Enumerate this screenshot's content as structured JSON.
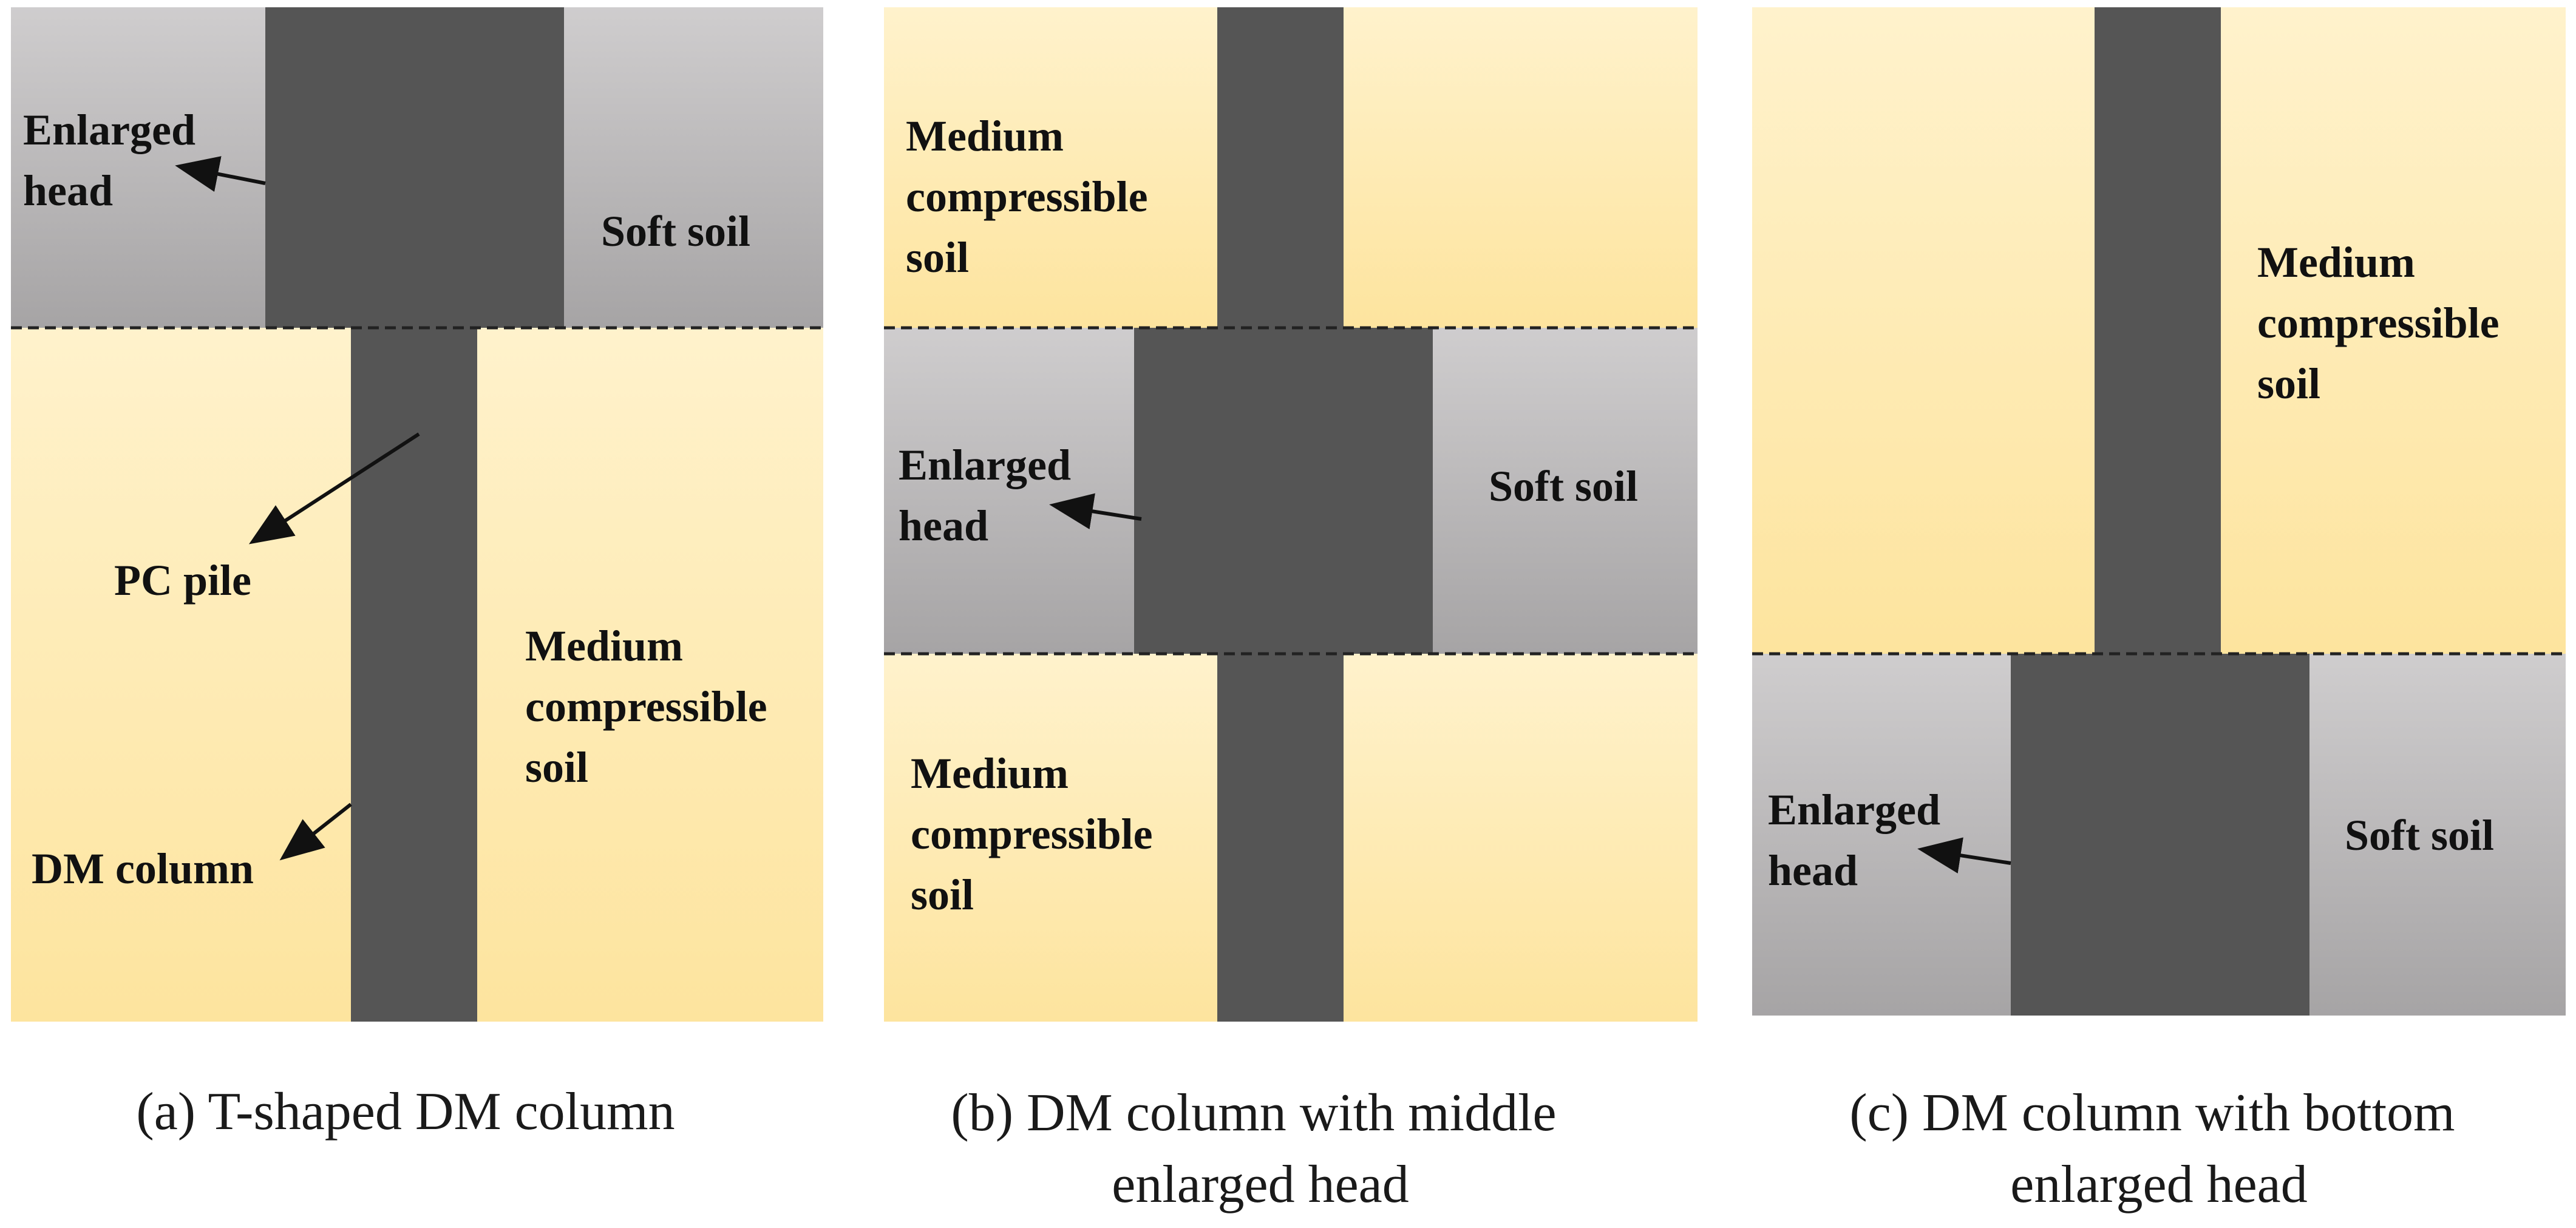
{
  "colors": {
    "soft_soil_top": "#cfcdce",
    "soft_soil_bottom": "#a6a4a5",
    "medium_soil_top": "#fff2cc",
    "medium_soil_bottom": "#fde49e",
    "column": "#555555",
    "boundary": "#222222",
    "text": "#111111"
  },
  "panel_a": {
    "enlarged_head": [
      "Enlarged",
      "head"
    ],
    "soft_soil": "Soft soil",
    "pc_pile": "PC pile",
    "medium_soil": [
      "Medium",
      "compressible",
      "soil"
    ],
    "dm_column": "DM column",
    "caption": [
      "(a)  T-shaped DM column"
    ]
  },
  "panel_b": {
    "medium_soil_top": [
      "Medium",
      "compressible",
      "soil"
    ],
    "enlarged_head": [
      "Enlarged",
      "head"
    ],
    "soft_soil": "Soft soil",
    "medium_soil_bottom": [
      "Medium",
      "compressible",
      "soil"
    ],
    "caption": [
      "(b) DM column with middle",
      "enlarged head"
    ]
  },
  "panel_c": {
    "medium_soil": [
      "Medium",
      "compressible",
      "soil"
    ],
    "enlarged_head": [
      "Enlarged",
      "head"
    ],
    "soft_soil": "Soft soil",
    "caption": [
      "(c) DM column with bottom",
      "enlarged head"
    ]
  }
}
